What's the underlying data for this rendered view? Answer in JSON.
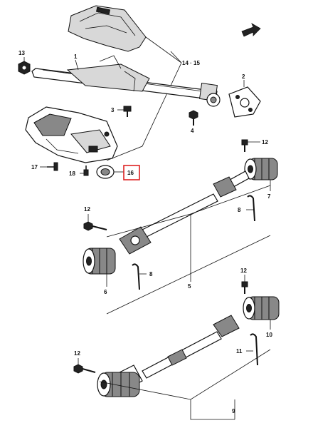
{
  "callouts": {
    "c1": "1",
    "c2": "2",
    "c3": "3",
    "c4": "4",
    "c5": "5",
    "c6": "6",
    "c7": "7",
    "c8a": "8",
    "c8b": "8",
    "c9": "9",
    "c10": "10",
    "c11": "11",
    "c12a": "12",
    "c12b": "12",
    "c12c": "12",
    "c12d": "12",
    "c13": "13",
    "c1415": "14 · 15",
    "c16": "16",
    "c17": "17",
    "c18": "18"
  },
  "highlight": {
    "target": "16",
    "color": "#d22222"
  },
  "icons": {
    "direction_arrow": "front-arrow-icon"
  }
}
